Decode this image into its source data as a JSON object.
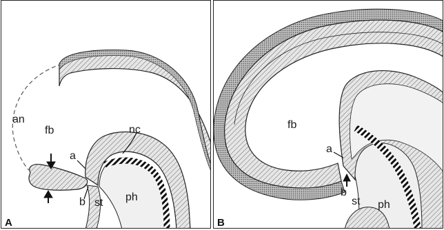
{
  "panels": [
    {
      "letter": "A",
      "labels": {
        "an": "an",
        "fb": "fb",
        "nc": "nc",
        "a": "a",
        "b": "b",
        "st": "st",
        "ph": "ph"
      }
    },
    {
      "letter": "B",
      "labels": {
        "fb": "fb",
        "a": "a",
        "b": "b",
        "st": "st",
        "ph": "ph"
      }
    }
  ],
  "colors": {
    "line": "#222222",
    "hatch": "#555555",
    "stipple": "#777777",
    "bar": "#111111"
  }
}
